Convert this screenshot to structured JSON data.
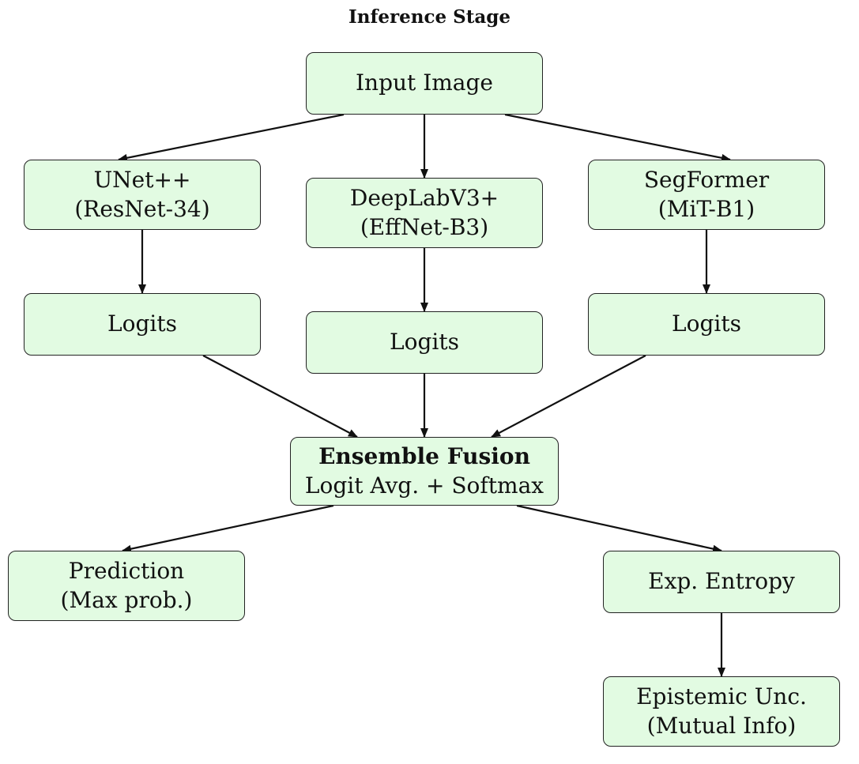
{
  "title": "Inference Stage",
  "colors": {
    "node_fill": "#e2fbe2",
    "node_border": "#222222",
    "arrow": "#111111"
  },
  "nodes": {
    "input": {
      "line1": "Input Image"
    },
    "unet": {
      "line1": "UNet++",
      "line2": "(ResNet-34)"
    },
    "deeplab": {
      "line1": "DeepLabV3+",
      "line2": "(EffNet-B3)"
    },
    "segformer": {
      "line1": "SegFormer",
      "line2": "(MiT-B1)"
    },
    "logits_left": {
      "line1": "Logits"
    },
    "logits_mid": {
      "line1": "Logits"
    },
    "logits_right": {
      "line1": "Logits"
    },
    "fusion": {
      "line1": "Ensemble Fusion",
      "line2": "Logit Avg. + Softmax"
    },
    "prediction": {
      "line1": "Prediction",
      "line2": "(Max prob.)"
    },
    "entropy": {
      "line1": "Exp. Entropy"
    },
    "epistemic": {
      "line1": "Epistemic Unc.",
      "line2": "(Mutual Info)"
    }
  },
  "edges": [
    [
      "input",
      "unet"
    ],
    [
      "input",
      "deeplab"
    ],
    [
      "input",
      "segformer"
    ],
    [
      "unet",
      "logits_left"
    ],
    [
      "deeplab",
      "logits_mid"
    ],
    [
      "segformer",
      "logits_right"
    ],
    [
      "logits_left",
      "fusion"
    ],
    [
      "logits_mid",
      "fusion"
    ],
    [
      "logits_right",
      "fusion"
    ],
    [
      "fusion",
      "prediction"
    ],
    [
      "fusion",
      "entropy"
    ],
    [
      "entropy",
      "epistemic"
    ]
  ]
}
